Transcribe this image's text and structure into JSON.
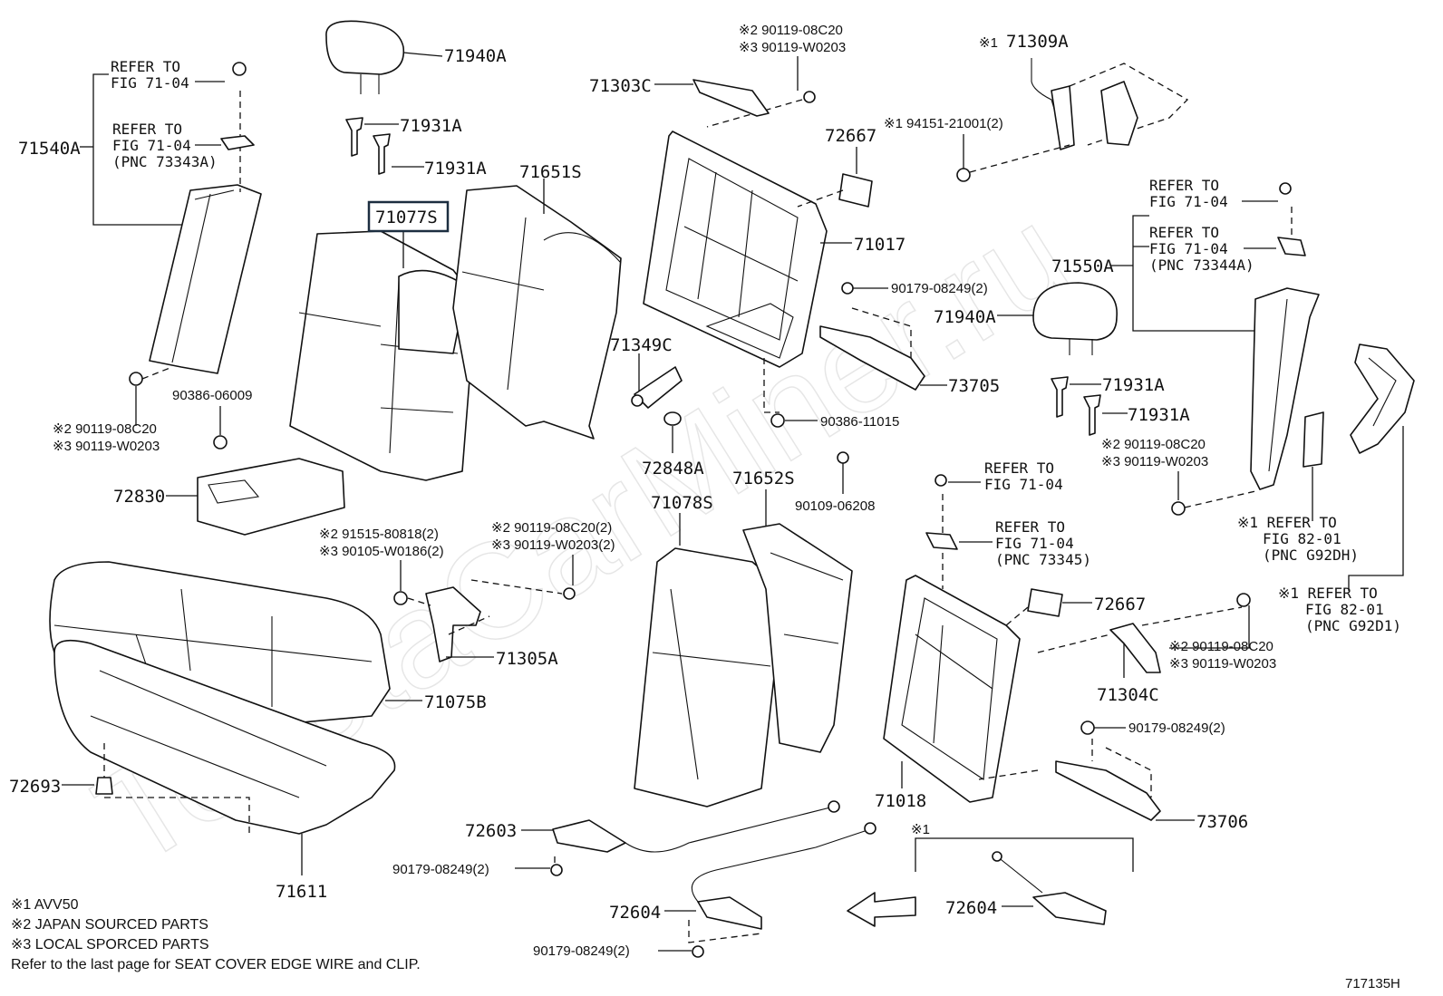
{
  "watermark": "ToyotaCarMiner.ru",
  "figure_code": "717135H",
  "highlighted_part": "71077S",
  "labels": {
    "p71940A_top": "71940A",
    "p71931A_1": "71931A",
    "p71931A_2": "71931A",
    "p71651S": "71651S",
    "p71077S": "71077S",
    "p71540A": "71540A",
    "p90386_06009": "90386-06009",
    "p72830": "72830",
    "p71075B": "71075B",
    "p72693": "72693",
    "p71611": "71611",
    "p71303C": "71303C",
    "p72667_top": "72667",
    "p71017": "71017",
    "p90179_08249_top": "90179-08249(2)",
    "p73705": "73705",
    "p71349C": "71349C",
    "p72848A": "72848A",
    "p90386_11015": "90386-11015",
    "p90109_06208": "90109-06208",
    "p71078S": "71078S",
    "p71652S": "71652S",
    "p71305A": "71305A",
    "p72603": "72603",
    "p90179_08249_a": "90179-08249(2)",
    "p72604_a": "72604",
    "p90179_08249_b": "90179-08249(2)",
    "p71309A": "71309A",
    "p94151_21001": "94151-21001(2)",
    "p71550A": "71550A",
    "p71940A_right": "71940A",
    "p71931A_3": "71931A",
    "p71931A_4": "71931A",
    "p72667_mid": "72667",
    "p71304C": "71304C",
    "p90179_08249_right": "90179-08249(2)",
    "p73706": "73706",
    "p71018": "71018",
    "p72604_b": "72604"
  },
  "refs": {
    "left_ref1": [
      "REFER TO",
      "FIG 71-04"
    ],
    "left_ref2": [
      "REFER TO",
      "FIG 71-04",
      "(PNC 73343A)"
    ],
    "right_ref1": [
      "REFER TO",
      "FIG 71-04"
    ],
    "right_ref2": [
      "REFER TO",
      "FIG 71-04",
      "(PNC 73344A)"
    ],
    "mid_ref1": [
      "REFER TO",
      "FIG 71-04"
    ],
    "mid_ref2": [
      "REFER TO",
      "FIG 71-04",
      "(PNC 73345)"
    ],
    "ref_82_a": [
      "※1 REFER TO",
      "FIG 82-01",
      "(PNC G92DH)"
    ],
    "ref_82_b": [
      "※1 REFER TO",
      "FIG 82-01",
      "(PNC G92D1)"
    ]
  },
  "bolt_notes": {
    "left_bolt": [
      "※2 90119-08C20",
      "※3 90119-W0203"
    ],
    "top_bolt": [
      "※2 90119-08C20",
      "※3 90119-W0203"
    ],
    "center_bolt_a": [
      "※2 91515-80818(2)",
      "※3 90105-W0186(2)"
    ],
    "center_bolt_b": [
      "※2 90119-08C20(2)",
      "※3 90119-W0203(2)"
    ],
    "right_bolt_a": [
      "※2 90119-08C20",
      "※3 90119-W0203"
    ],
    "right_bolt_b": [
      "※2 90119-08C20",
      "※3 90119-W0203"
    ]
  },
  "marks": {
    "m71309A": "※1",
    "m94151": "※1",
    "inset": "※1"
  },
  "footnotes": [
    "※1 AVV50",
    "※2 JAPAN SOURCED PARTS",
    "※3 LOCAL SPORCED PARTS",
    "Refer to the last page for SEAT COVER EDGE WIRE and CLIP."
  ]
}
